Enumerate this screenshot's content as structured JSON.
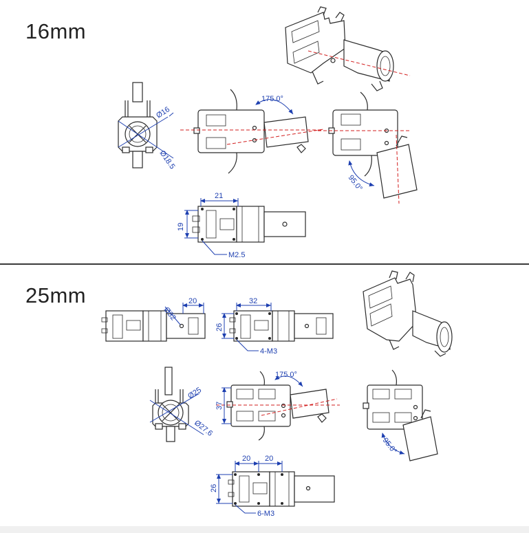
{
  "sections": [
    {
      "title": "16mm",
      "dims": {
        "dia_inner": "Ø16",
        "dia_outer": "Ø18.5",
        "angle_retract": "175.0°",
        "angle_extend": "95.0°",
        "width": "21",
        "height": "19",
        "screw": "M2.5"
      }
    },
    {
      "title": "25mm",
      "dims": {
        "dia_a": "Ø32",
        "len_a": "20",
        "width_top": "32",
        "height_top": "26",
        "screw_top": "4-M3",
        "dia_inner": "Ø25",
        "dia_outer": "Ø27.6",
        "angle_retract": "175.0°",
        "height_side": "37",
        "angle_extend": "95.0°",
        "spacing_1": "20",
        "spacing_2": "20",
        "height_bottom": "26",
        "screw_bottom": "6-M3"
      }
    }
  ],
  "colors": {
    "line": "#2a2a2a",
    "dimension": "#1d3fb0",
    "centerline": "#d21e1e",
    "divider": "#3a3a3a"
  }
}
